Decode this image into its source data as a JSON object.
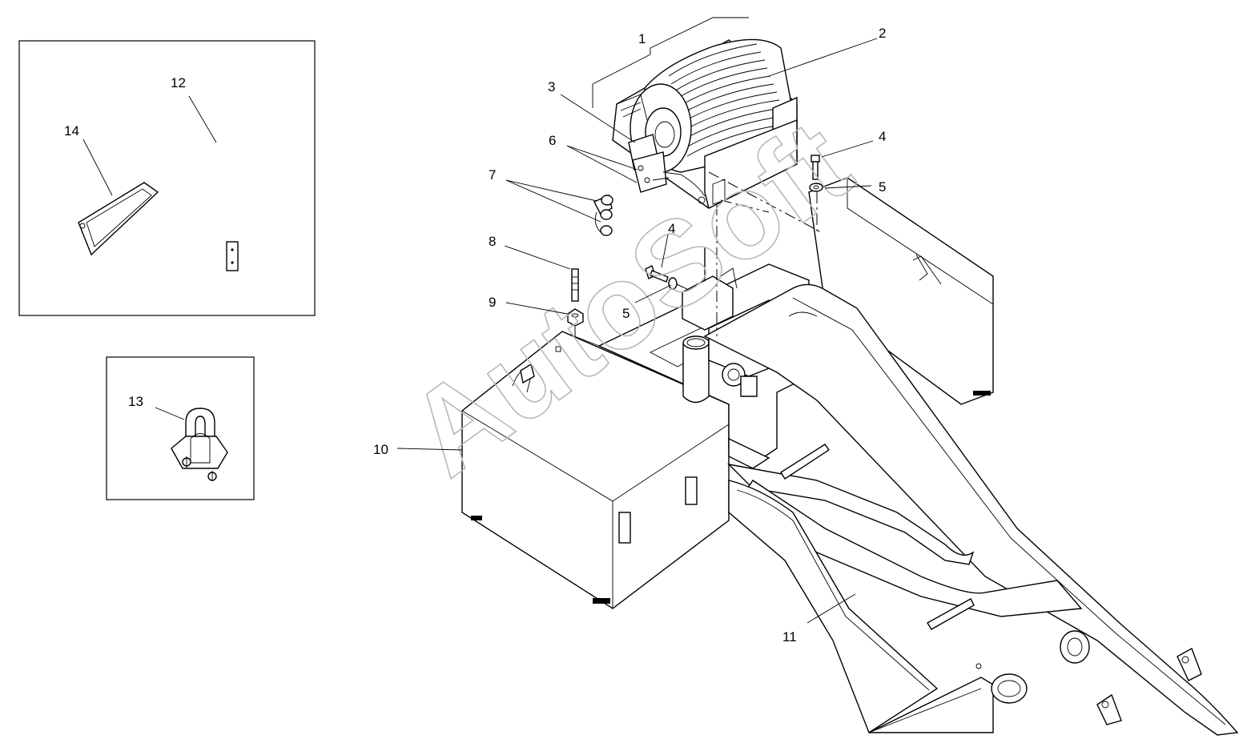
{
  "watermark": "AutoSoft",
  "callouts": {
    "c1": "1",
    "c2": "2",
    "c3": "3",
    "c4a": "4",
    "c4b": "4",
    "c5a": "5",
    "c5b": "5",
    "c6": "6",
    "c7": "7",
    "c8": "8",
    "c9": "9",
    "c10": "10",
    "c11": "11",
    "c12": "12",
    "c13": "13",
    "c14": "14"
  }
}
